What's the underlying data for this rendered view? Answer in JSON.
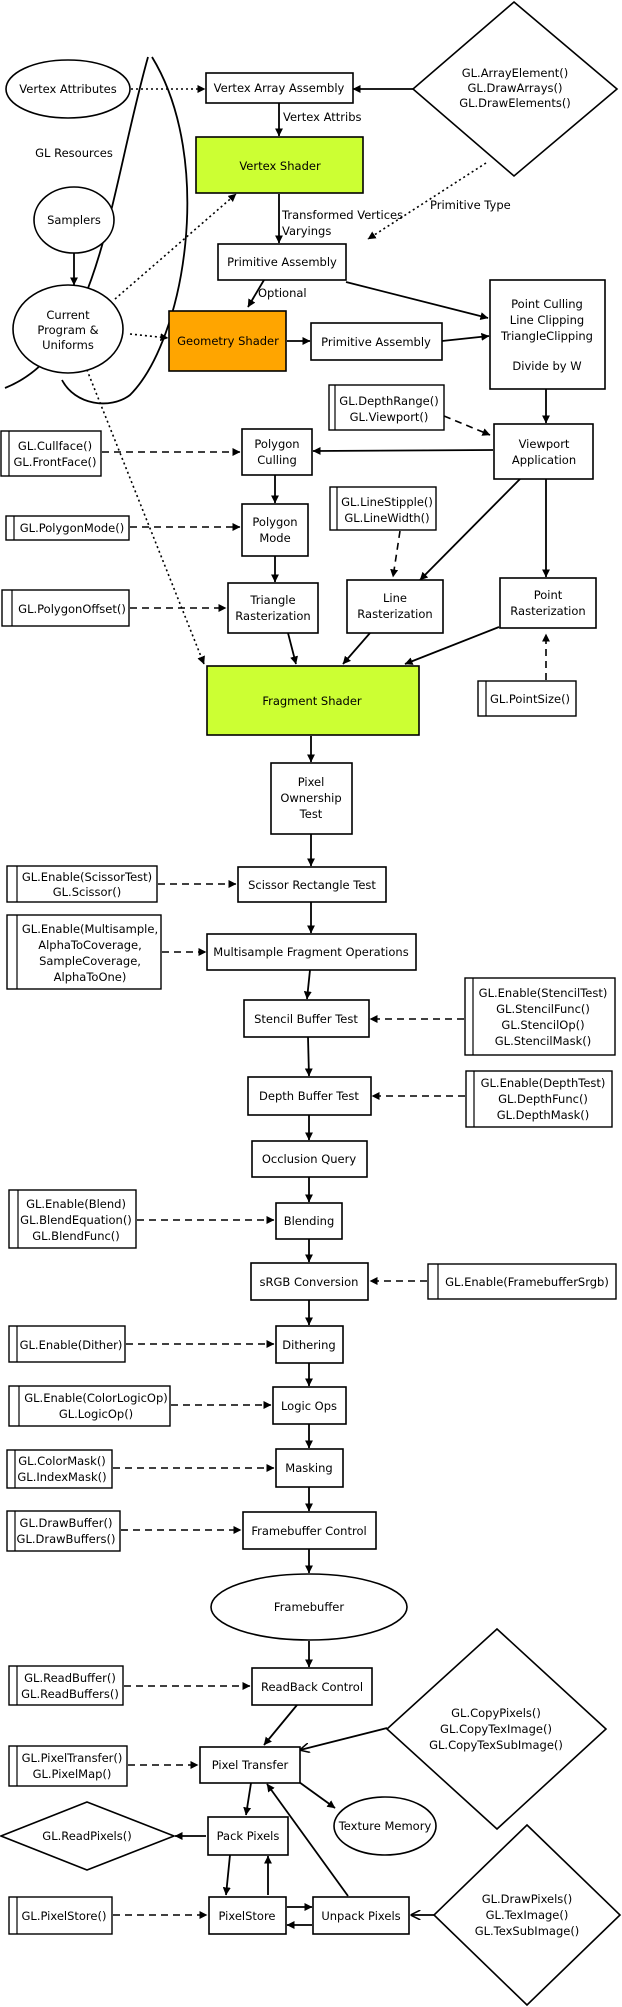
{
  "colors": {
    "vertex_shader": "#ccff33",
    "geometry_shader": "#ffa500",
    "fragment_shader": "#ccff33"
  },
  "nodes": {
    "vertex_attributes": "Vertex Attributes",
    "gl_resources": "GL Resources",
    "samplers": "Samplers",
    "program_uniforms": [
      "Current",
      "Program &",
      "Uniforms"
    ],
    "vertex_array_assembly": "Vertex Array Assembly",
    "array_element_fns": [
      "GL.ArrayElement()",
      "GL.DrawArrays()",
      "GL.DrawElements()"
    ],
    "vertex_shader": "Vertex Shader",
    "primitive_assembly_1": "Primitive Assembly",
    "point_culling": [
      "Point Culling",
      "Line Clipping",
      "TriangleClipping",
      "",
      "Divide by W"
    ],
    "geometry_shader": "Geometry Shader",
    "primitive_assembly_2": "Primitive Assembly",
    "depth_range_fns": [
      "GL.DepthRange()",
      "GL.Viewport()"
    ],
    "viewport_application": [
      "Viewport",
      "Application"
    ],
    "cullface_fns": [
      "GL.Cullface()",
      "GL.FrontFace()"
    ],
    "polygon_culling": [
      "Polygon",
      "Culling"
    ],
    "polygon_mode_fn": "GL.PolygonMode()",
    "polygon_mode": [
      "Polygon",
      "Mode"
    ],
    "line_stipple_fns": [
      "GL.LineStipple()",
      "GL.LineWidth()"
    ],
    "polygon_offset_fn": "GL.PolygonOffset()",
    "triangle_rasterization": [
      "Triangle",
      "Rasterization"
    ],
    "line_rasterization": [
      "Line",
      "Rasterization"
    ],
    "point_rasterization": [
      "Point",
      "Rasterization"
    ],
    "fragment_shader": "Fragment Shader",
    "point_size_fn": "GL.PointSize()",
    "pixel_ownership": [
      "Pixel",
      "Ownership",
      "Test"
    ],
    "scissor_fns": [
      "GL.Enable(ScissorTest)",
      "GL.Scissor()"
    ],
    "scissor_test": "Scissor Rectangle Test",
    "multisample_fns": [
      "GL.Enable(Multisample,",
      "AlphaToCoverage,",
      "SampleCoverage,",
      "AlphaToOne)"
    ],
    "multisample_ops": "Multisample Fragment Operations",
    "stencil_test": "Stencil Buffer Test",
    "stencil_fns": [
      "GL.Enable(StencilTest)",
      "GL.StencilFunc()",
      "GL.StencilOp()",
      "GL.StencilMask()"
    ],
    "depth_test": "Depth Buffer Test",
    "depth_fns": [
      "GL.Enable(DepthTest)",
      "GL.DepthFunc()",
      "GL.DepthMask()"
    ],
    "occlusion_query": "Occlusion Query",
    "blend_fns": [
      "GL.Enable(Blend)",
      "GL.BlendEquation()",
      "GL.BlendFunc()"
    ],
    "blending": "Blending",
    "srgb_conversion": "sRGB Conversion",
    "srgb_fn": "GL.Enable(FramebufferSrgb)",
    "dither_fn": "GL.Enable(Dither)",
    "dithering": "Dithering",
    "logic_op_fns": [
      "GL.Enable(ColorLogicOp)",
      "GL.LogicOp()"
    ],
    "logic_ops": "Logic Ops",
    "mask_fns": [
      "GL.ColorMask()",
      "GL.IndexMask()"
    ],
    "masking": "Masking",
    "draw_buffer_fns": [
      "GL.DrawBuffer()",
      "GL.DrawBuffers()"
    ],
    "framebuffer_control": "Framebuffer Control",
    "framebuffer": "Framebuffer",
    "read_buffer_fns": [
      "GL.ReadBuffer()",
      "GL.ReadBuffers()"
    ],
    "readback_control": "ReadBack Control",
    "copy_fns": [
      "GL.CopyPixels()",
      "GL.CopyTexImage()",
      "GL.CopyTexSubImage()"
    ],
    "pixel_transfer_fns": [
      "GL.PixelTransfer()",
      "GL.PixelMap()"
    ],
    "pixel_transfer": "Pixel Transfer",
    "texture_memory": "Texture Memory",
    "read_pixels_fn": "GL.ReadPixels()",
    "pack_pixels": "Pack Pixels",
    "pixel_store_fn": "GL.PixelStore()",
    "pixel_store": "PixelStore",
    "unpack_pixels": "Unpack Pixels",
    "draw_pixels_fns": [
      "GL.DrawPixels()",
      "GL.TexImage()",
      "GL.TexSubImage()"
    ]
  },
  "edge_labels": {
    "vertex_attribs": "Vertex Attribs",
    "transformed_vertices": [
      "Transformed Vertices",
      "Varyings"
    ],
    "primitive_type": "Primitive Type",
    "optional": "Optional"
  }
}
